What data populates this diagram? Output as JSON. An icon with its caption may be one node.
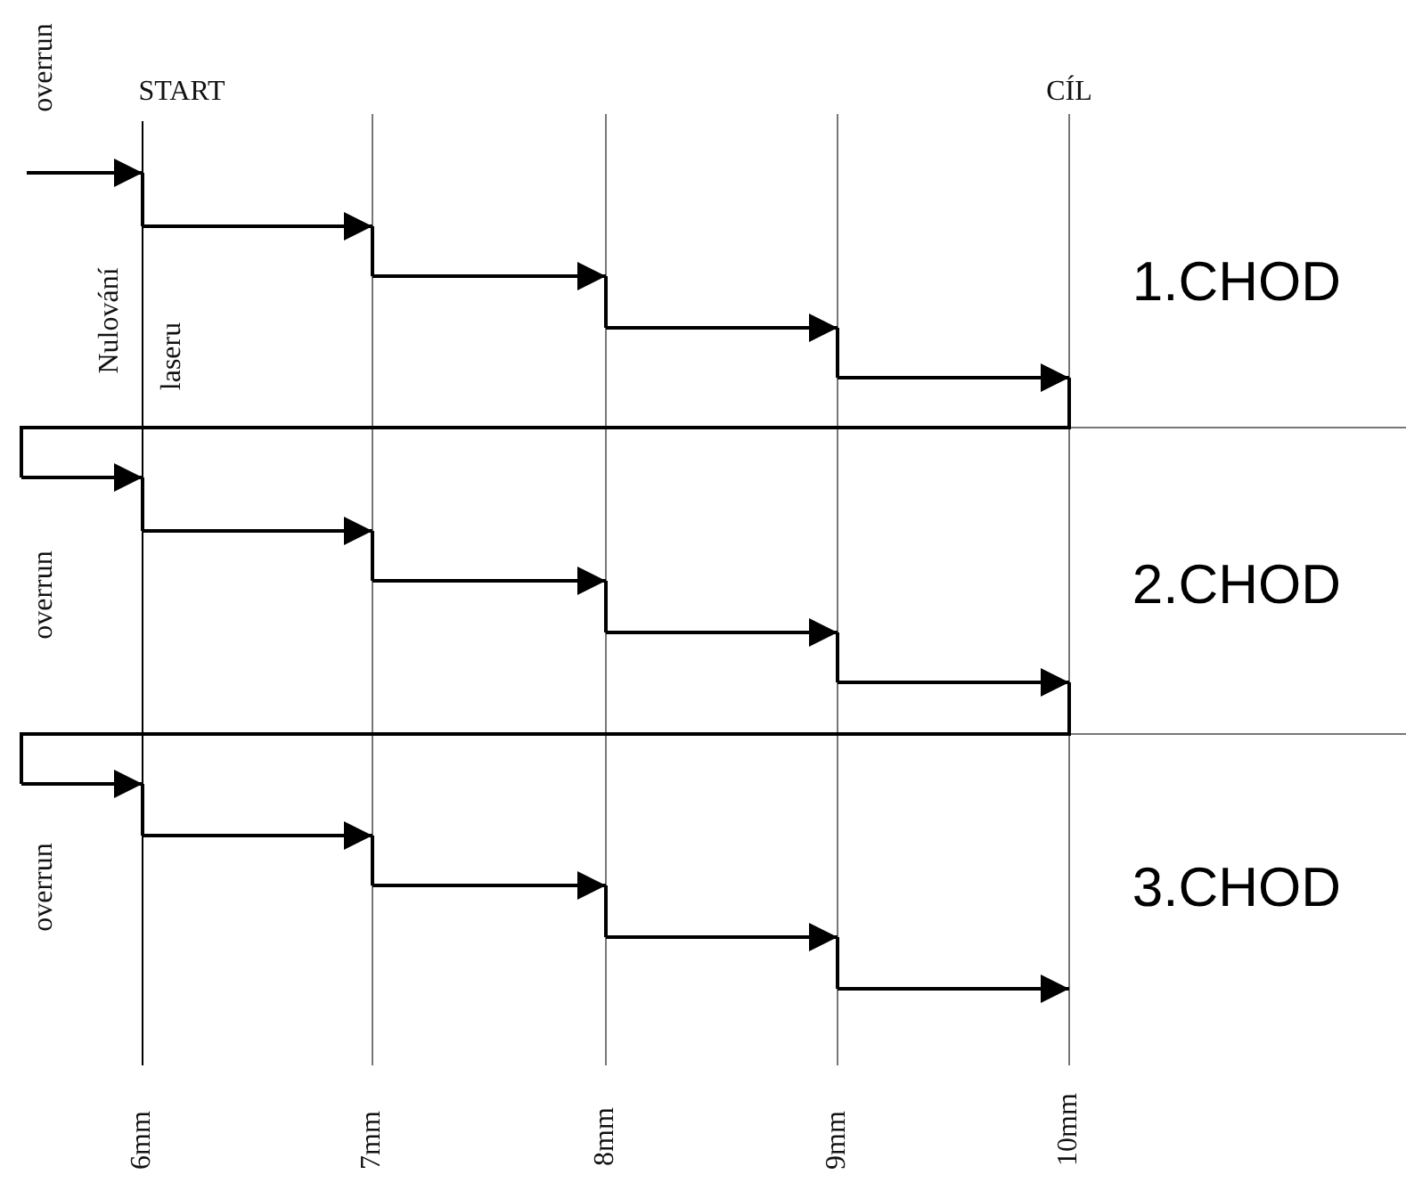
{
  "diagram": {
    "labels": [
      "overrun",
      "START",
      "CÍL",
      "1.CHOD",
      "Nulování",
      "laseru",
      "overrun",
      "2.CHOD",
      "overrun",
      "3.CHOD",
      "6mm",
      "7mm",
      "8mm",
      "9mm",
      "10mm"
    ]
  }
}
